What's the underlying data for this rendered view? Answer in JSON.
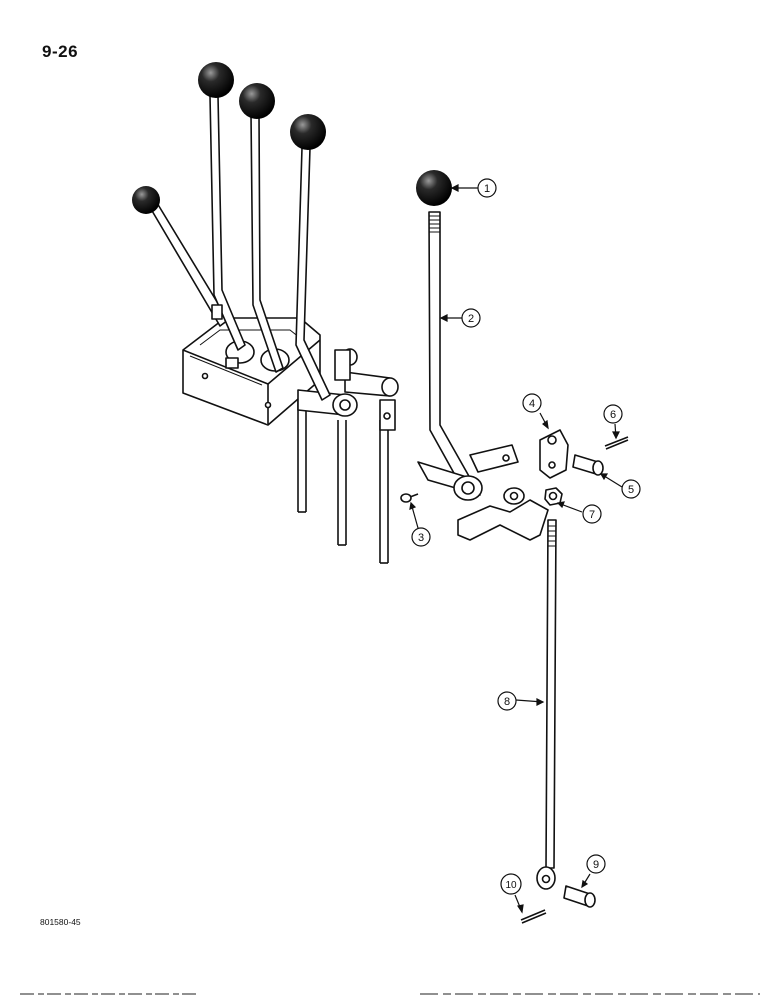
{
  "page": {
    "number": "9-26",
    "figure_code": "801580-45"
  },
  "callouts": [
    {
      "id": "1",
      "label": "1"
    },
    {
      "id": "2",
      "label": "2"
    },
    {
      "id": "3",
      "label": "3"
    },
    {
      "id": "4",
      "label": "4"
    },
    {
      "id": "5",
      "label": "5"
    },
    {
      "id": "6",
      "label": "6"
    },
    {
      "id": "7",
      "label": "7"
    },
    {
      "id": "8",
      "label": "8"
    },
    {
      "id": "9",
      "label": "9"
    },
    {
      "id": "10",
      "label": "10"
    }
  ],
  "colors": {
    "ink": "#111111",
    "paper": "#ffffff",
    "shade": "#6a6a6a"
  }
}
